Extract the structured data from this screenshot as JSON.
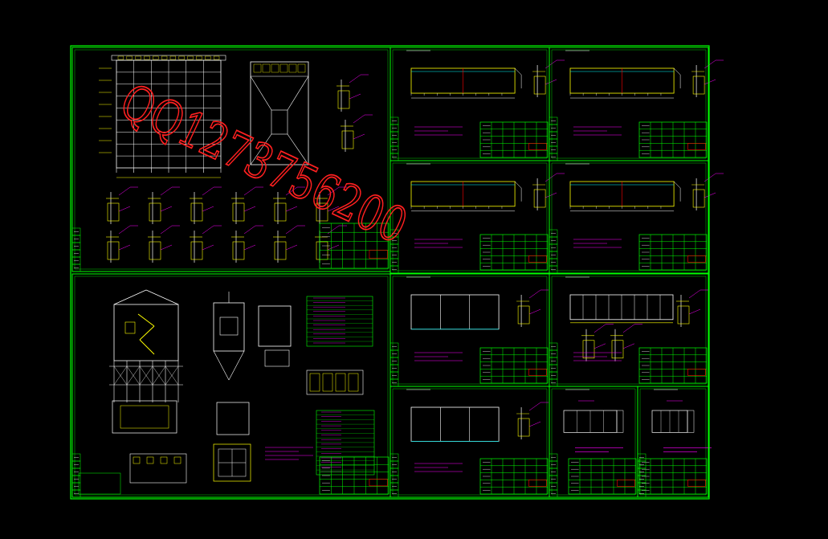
{
  "colors": {
    "background": "#000000",
    "frame": "#00ff00",
    "linework": "#ffffff",
    "dimension": "#ffff00",
    "annotation": "#ff00ff",
    "accent_red": "#ff0000",
    "cyan": "#00ffff"
  },
  "watermark": {
    "text": "QQ1273756200",
    "color": "#ff0000"
  },
  "sheets": [
    {
      "id": "main-assembly-sheet"
    },
    {
      "id": "elevation-sheet"
    },
    {
      "id": "detail-sheet-1"
    },
    {
      "id": "detail-sheet-2"
    },
    {
      "id": "detail-sheet-3"
    },
    {
      "id": "detail-sheet-4"
    },
    {
      "id": "detail-sheet-5"
    },
    {
      "id": "detail-sheet-6"
    },
    {
      "id": "detail-sheet-7"
    },
    {
      "id": "detail-sheet-8"
    },
    {
      "id": "detail-sheet-9"
    }
  ]
}
